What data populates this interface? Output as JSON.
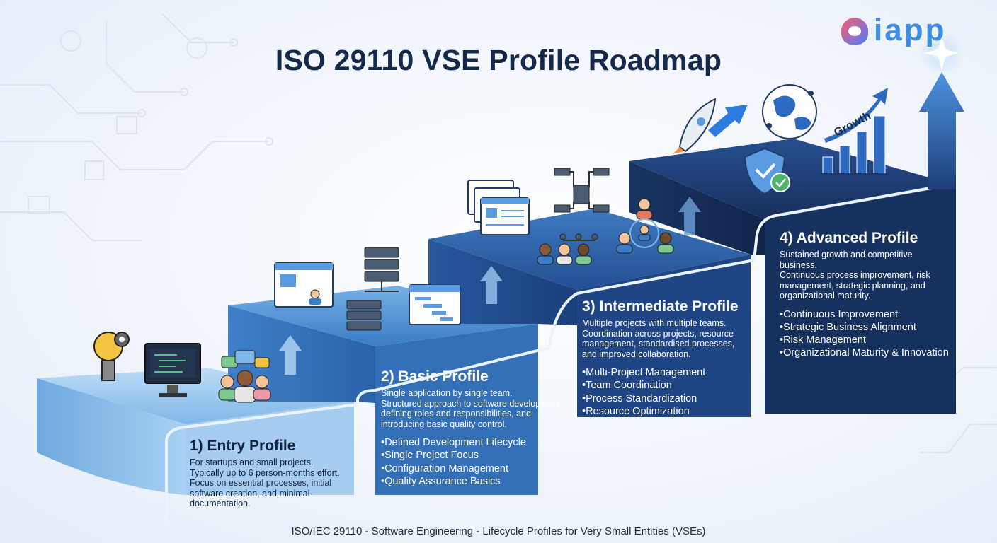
{
  "title": "ISO 29110 VSE Profile Roadmap",
  "footer": "ISO/IEC 29110 - Software Engineering - Lifecycle Profiles for Very Small Entities (VSEs)",
  "logo": {
    "text": "iapp"
  },
  "colors": {
    "title": "#152a4a",
    "step1": "#8ec3ef",
    "step2": "#4f93d4",
    "step3": "#25549a",
    "step4": "#15305e",
    "accent": "#2e7be0"
  },
  "profiles": [
    {
      "title": "1) Entry Profile",
      "desc": "For startups and small projects.\nTypically up to 6 person-months effort.\nFocus on essential processes, initial\nsoftware creation, and minimal\ndocumentation.",
      "items": []
    },
    {
      "title": "2) Basic Profile",
      "desc": "Single application by single team.\nStructured approach to software development,\ndefining roles and responsibilities, and\nintroducing basic quality control.",
      "items": [
        "Defined Development Lifecycle",
        "Single Project Focus",
        "Configuration Management",
        "Quality Assurance Basics"
      ]
    },
    {
      "title": "3) Intermediate Profile",
      "desc": "Multiple projects with multiple teams.\nCoordination across projects, resource\nmanagement, standardised processes,\nand improved collaboration.",
      "items": [
        "Multi-Project Management",
        "Team Coordination",
        "Process Standardization",
        "Resource Optimization"
      ]
    },
    {
      "title": "4) Advanced Profile",
      "desc": "Sustained growth and competitive\nbusiness.\nContinuous process improvement, risk\nmanagement, strategic planning, and\norganizational maturity.",
      "items": [
        "Continuous Improvement",
        "Strategic Business Alignment",
        "Risk Management",
        "Organizational Maturity & Innovation"
      ]
    }
  ],
  "growth_label": "Growth",
  "icons": [
    "lightbulb-gear-icon",
    "code-monitor-icon",
    "team-chat-icon",
    "profile-window-icon",
    "server-stack-icon",
    "gantt-calendar-icon",
    "document-windows-icon",
    "network-hierarchy-icon",
    "team-hub-icon",
    "rocket-icon",
    "globe-icon",
    "shield-check-icon",
    "growth-chart-icon",
    "up-arrow-icon"
  ]
}
